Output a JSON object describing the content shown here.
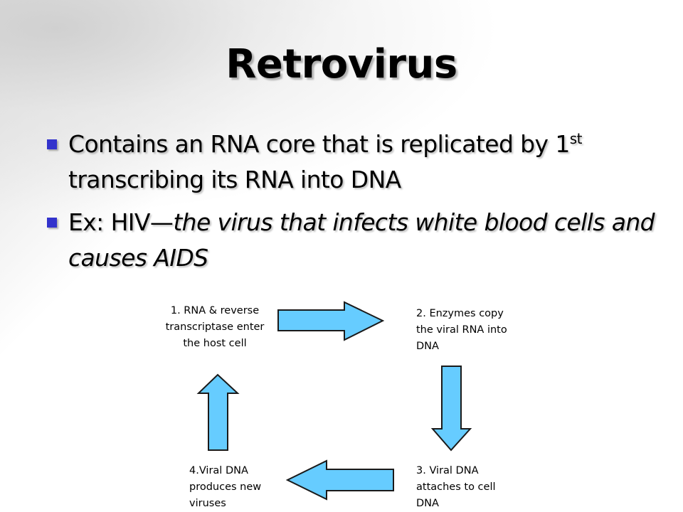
{
  "slide": {
    "title": "Retrovirus",
    "bullets": [
      {
        "pre": "Contains an RNA core that is replicated by 1",
        "sup": "st",
        "post": " transcribing its RNA into DNA"
      },
      {
        "pre": "Ex: HIV—",
        "italic": "the virus that infects white blood cells and causes AIDS"
      }
    ],
    "bullet_color": "#3333cc"
  },
  "cycle": {
    "arrow_color": "#66ccff",
    "steps": [
      "1. RNA & reverse transcriptase enter the host cell",
      "2. Enzymes copy the viral RNA into DNA",
      "3. Viral DNA attaches to cell DNA",
      "4.Viral DNA produces new viruses"
    ]
  }
}
